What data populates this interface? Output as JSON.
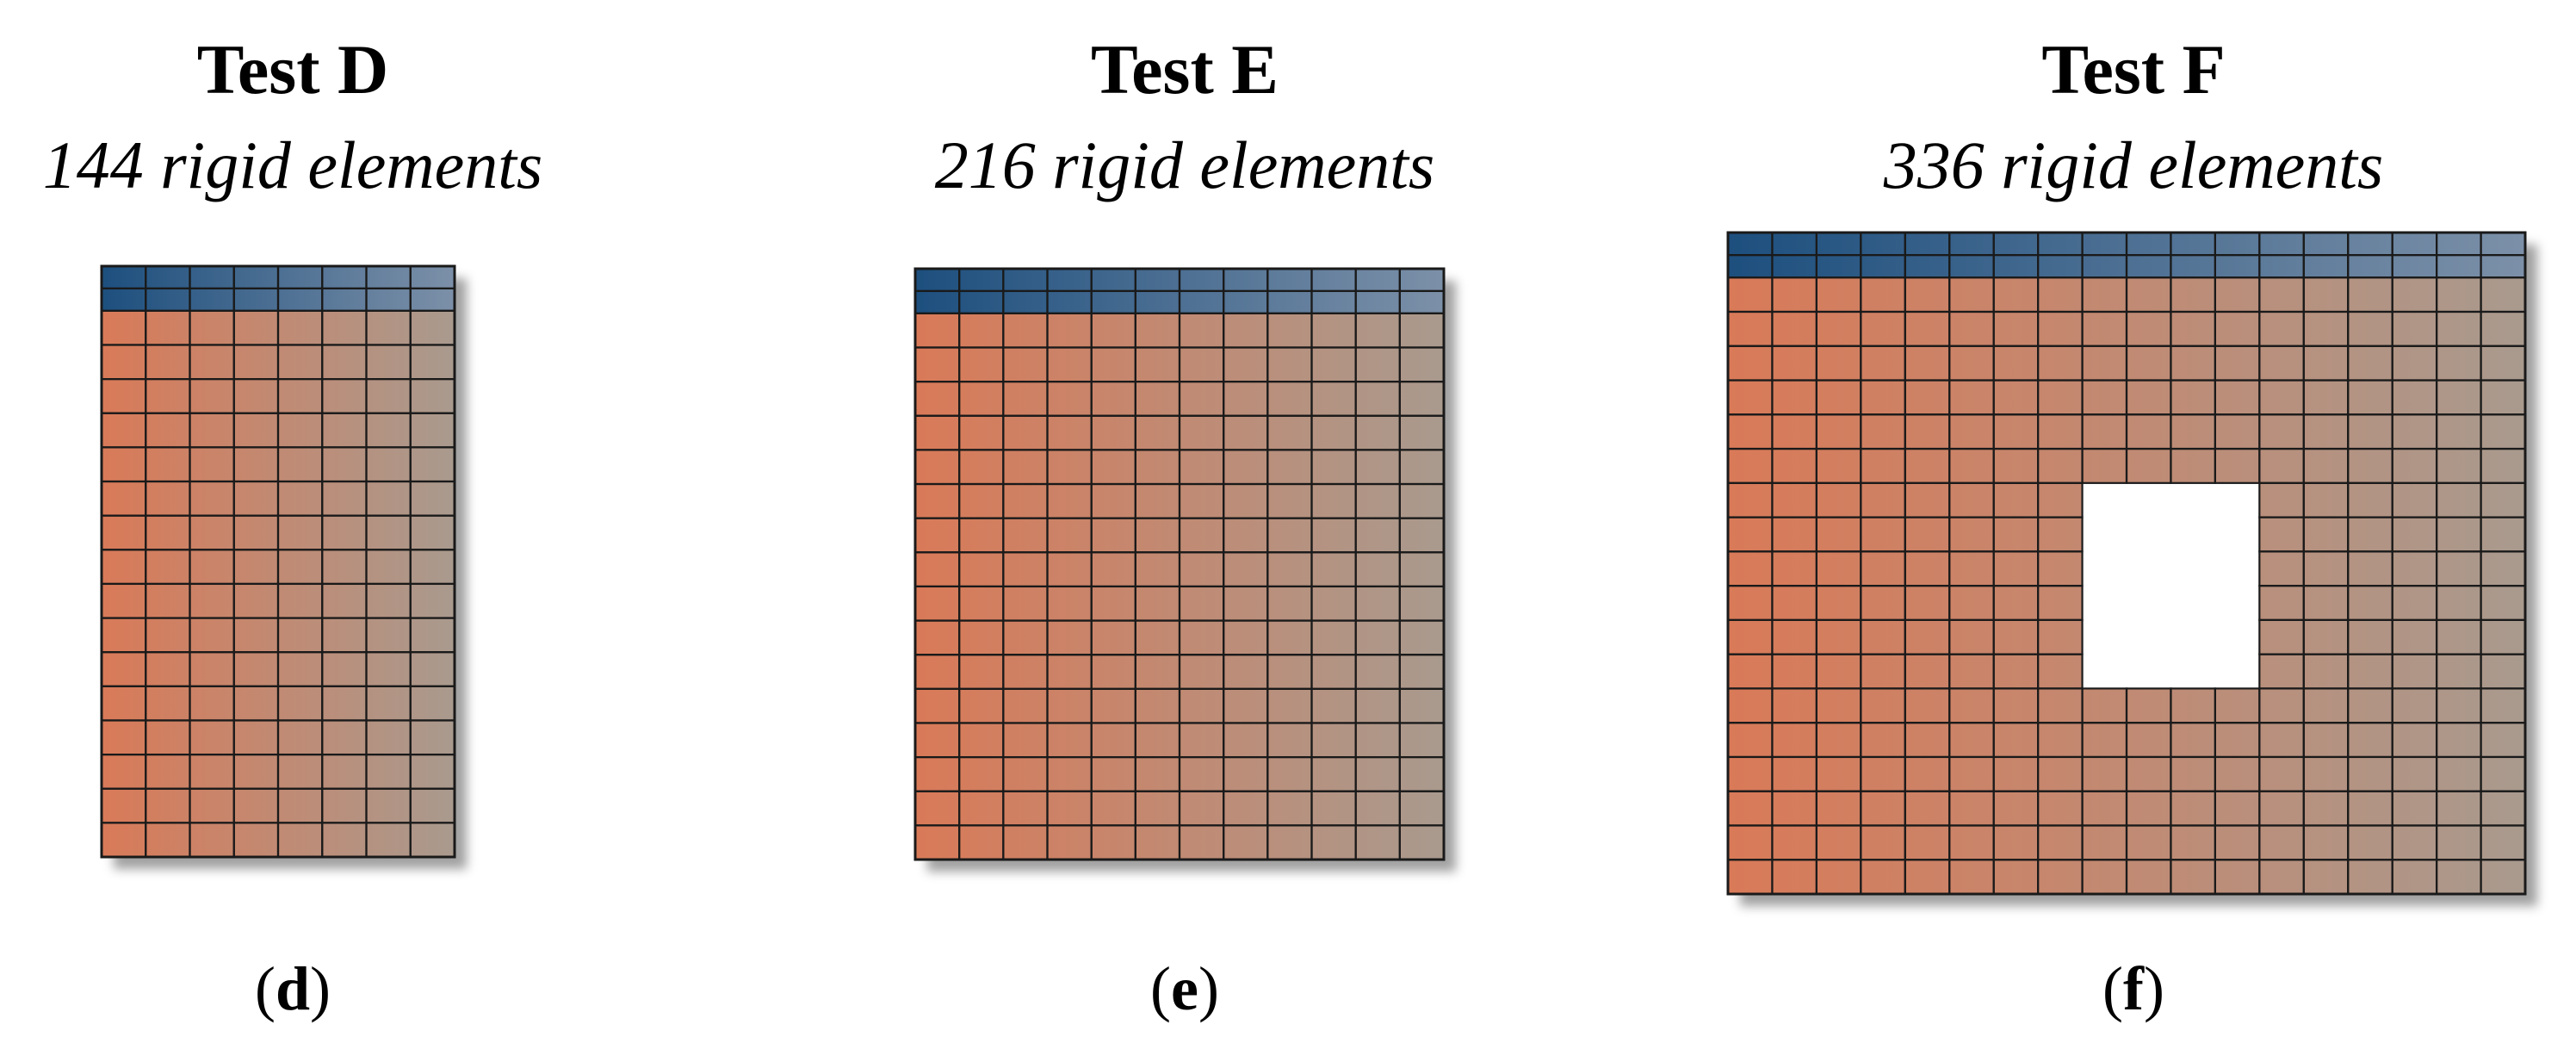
{
  "panels": [
    {
      "title": "Test D",
      "subtitle": "144 rigid elements",
      "label_open": "(",
      "label_letter": "d",
      "label_close": ")",
      "grid": {
        "columns": 8,
        "wall_rows": 16,
        "beam_rows": 2,
        "openings": []
      }
    },
    {
      "title": "Test E",
      "subtitle": "216 rigid elements",
      "label_open": "(",
      "label_letter": "e",
      "label_close": ")",
      "grid": {
        "columns": 12,
        "wall_rows": 16,
        "beam_rows": 2,
        "openings": []
      }
    },
    {
      "title": "Test F",
      "subtitle": "336 rigid elements",
      "label_open": "(",
      "label_letter": "f",
      "label_close": ")",
      "grid": {
        "columns": 18,
        "wall_rows": 18,
        "beam_rows": 2,
        "openings": [
          {
            "col_start": 8,
            "col_end": 12,
            "row_start": 6,
            "row_end": 12
          }
        ]
      }
    }
  ],
  "colors": {
    "wall_left": "#d97a58",
    "wall_right": "#a99a8e",
    "beam_left": "#1d4f7e",
    "beam_right": "#7c90a8",
    "grid_line": "#1a1a1a",
    "shadow": "#555555"
  }
}
